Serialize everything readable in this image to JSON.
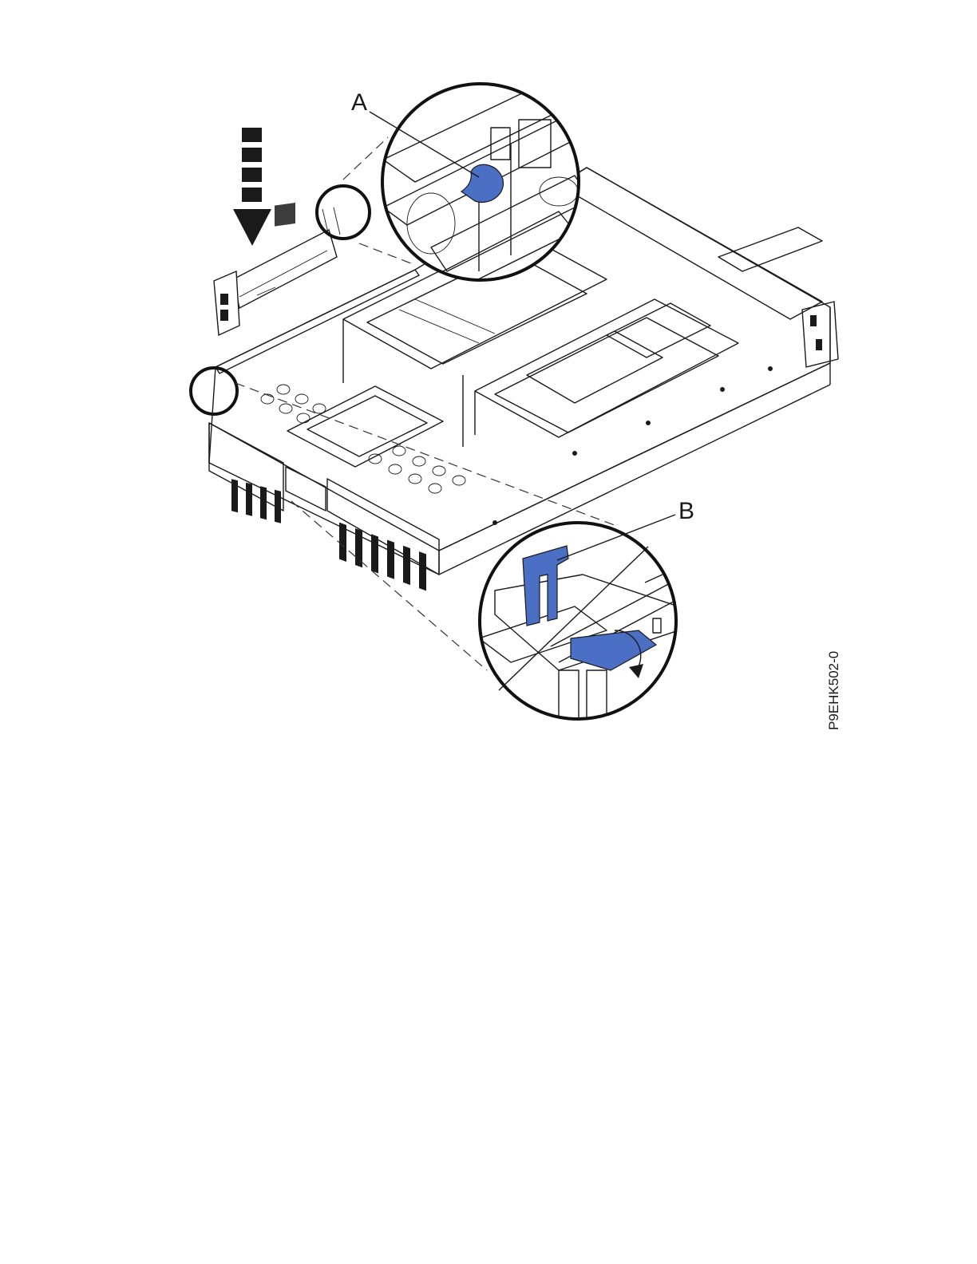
{
  "callouts": {
    "a": "A",
    "b": "B"
  },
  "figure_id": "P9EHK502-0",
  "colors": {
    "highlight": "#4a6fc4",
    "line": "#1a1a1a",
    "background": "#ffffff"
  }
}
